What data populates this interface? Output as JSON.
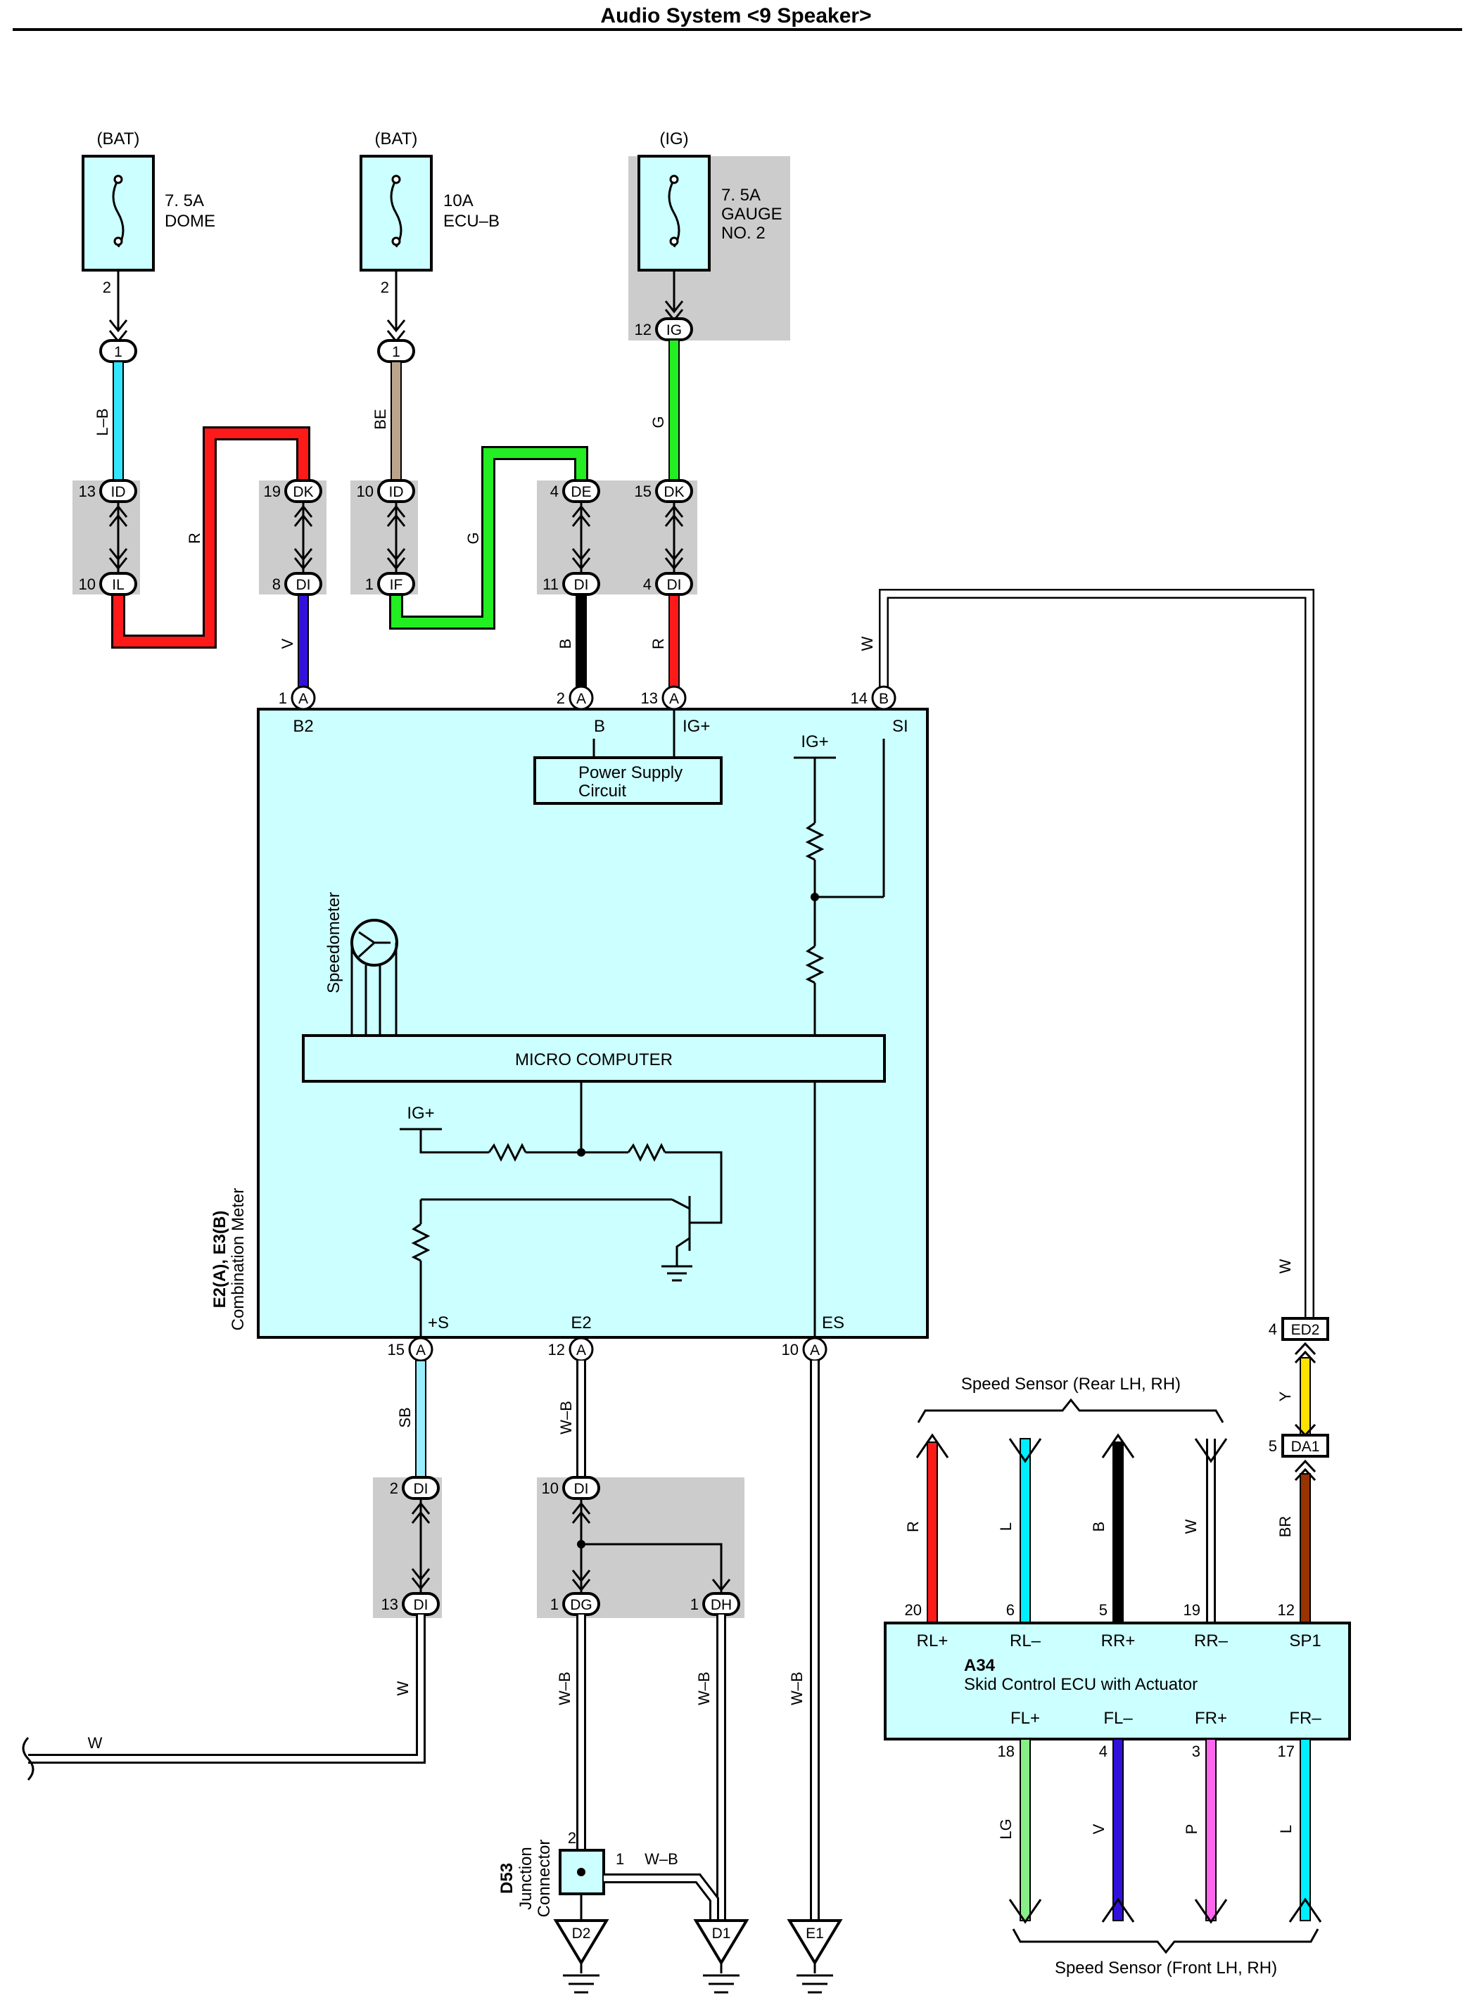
{
  "header": {
    "title": "Audio System <9 Speaker>"
  },
  "fuses": [
    {
      "source": "(BAT)",
      "rating": "7. 5A",
      "name_lines": [
        "DOME"
      ],
      "pin": "2",
      "conn": "1"
    },
    {
      "source": "(BAT)",
      "rating": "10A",
      "name_lines": [
        "ECU–B"
      ],
      "pin": "2",
      "conn": "1"
    },
    {
      "source": "(IG)",
      "rating": "7. 5A",
      "name_lines": [
        "GAUGE",
        "NO. 2"
      ],
      "pin": "12",
      "conn": "IG"
    }
  ],
  "wire_colors": {
    "L-B": "#33e6ff",
    "R": "#ff1a1a",
    "V": "#3311dd",
    "BE": "#bba58a",
    "G": "#22ee22",
    "B": "#000000",
    "W": "#ffffff",
    "SB": "#99eeff",
    "W-B": "#ffffff",
    "Y": "#ffe000",
    "BR": "#993300",
    "L": "#00eeff",
    "LG": "#88ee88",
    "P": "#ff66ee"
  },
  "wire_labels": {
    "lb": "L–B",
    "r_left": "R",
    "be": "BE",
    "g_left": "G",
    "g_right": "G",
    "v": "V",
    "b": "B",
    "r_mid": "R",
    "w_si": "W",
    "w_right": "W",
    "y": "Y",
    "br": "BR",
    "sb": "SB",
    "wb_e2": "W–B",
    "w_s": "W",
    "w_bottom": "W",
    "wb_d2": "W–B",
    "wb_d1": "W–B",
    "wb_e1": "W–B",
    "wb_jc": "W–B",
    "rear_r": "R",
    "rear_l": "L",
    "rear_b": "B",
    "rear_w": "W",
    "front_lg": "LG",
    "front_v": "V",
    "front_p": "P",
    "front_l": "L"
  },
  "junctions": {
    "j1_top_pin": "13",
    "j1_top": "ID",
    "j1_bot_pin": "10",
    "j1_bot": "IL",
    "j2_top_pin": "19",
    "j2_top": "DK",
    "j2_bot_pin": "8",
    "j2_bot": "DI",
    "j3_top_pin": "10",
    "j3_top": "ID",
    "j3_bot_pin": "1",
    "j3_bot": "IF",
    "j4_top_pin": "4",
    "j4_top": "DE",
    "j4_bot_pin": "11",
    "j4_bot": "DI",
    "j5_top_pin": "15",
    "j5_top": "DK",
    "j5_bot_pin": "4",
    "j5_bot": "DI",
    "j6_top_pin": "2",
    "j6_top": "DI",
    "j6_bot_pin": "13",
    "j6_bot": "DI",
    "j7_top_pin": "10",
    "j7_top": "DI",
    "j7_bl_pin": "1",
    "j7_bl": "DG",
    "j7_br_pin": "1",
    "j7_br": "DH"
  },
  "meter": {
    "name": "Combination Meter",
    "code": "E2(A), E3(B)",
    "top_pins": [
      {
        "num": "1",
        "conn": "A",
        "label": "B2"
      },
      {
        "num": "2",
        "conn": "A",
        "label": "B"
      },
      {
        "num": "13",
        "conn": "A",
        "label": "IG+"
      },
      {
        "num": "14",
        "conn": "B",
        "label": "SI"
      }
    ],
    "bottom_pins": [
      {
        "num": "15",
        "conn": "A",
        "label": "+S"
      },
      {
        "num": "12",
        "conn": "A",
        "label": "E2"
      },
      {
        "num": "10",
        "conn": "A",
        "label": "ES"
      }
    ],
    "power_supply_lines": [
      "Power Supply",
      "Circuit"
    ],
    "micro_computer": "MICRO COMPUTER",
    "speedometer": "Speedometer",
    "ig_plus_a": "IG+",
    "ig_plus_b": "IG+"
  },
  "connectors_right": {
    "ed2_pin": "4",
    "ed2": "ED2",
    "da1_pin": "5",
    "da1": "DA1"
  },
  "skid_ecu": {
    "code": "A34",
    "name": "Skid Control ECU with Actuator",
    "top_pins": [
      {
        "num": "20",
        "label": "RL+"
      },
      {
        "num": "6",
        "label": "RL–"
      },
      {
        "num": "5",
        "label": "RR+"
      },
      {
        "num": "19",
        "label": "RR–"
      },
      {
        "num": "12",
        "label": "SP1"
      }
    ],
    "bottom_pins": [
      {
        "num": "18",
        "label": "FL+"
      },
      {
        "num": "4",
        "label": "FL–"
      },
      {
        "num": "3",
        "label": "FR+"
      },
      {
        "num": "17",
        "label": "FR–"
      }
    ],
    "rear_sensor_label": "Speed Sensor (Rear LH,  RH)",
    "front_sensor_label": "Speed Sensor (Front LH,  RH)"
  },
  "junction_connector": {
    "code": "D53",
    "name_lines": [
      "Junction",
      "Connector"
    ],
    "pin2": "2",
    "pin1": "1"
  },
  "grounds": [
    "D2",
    "D1",
    "E1"
  ]
}
